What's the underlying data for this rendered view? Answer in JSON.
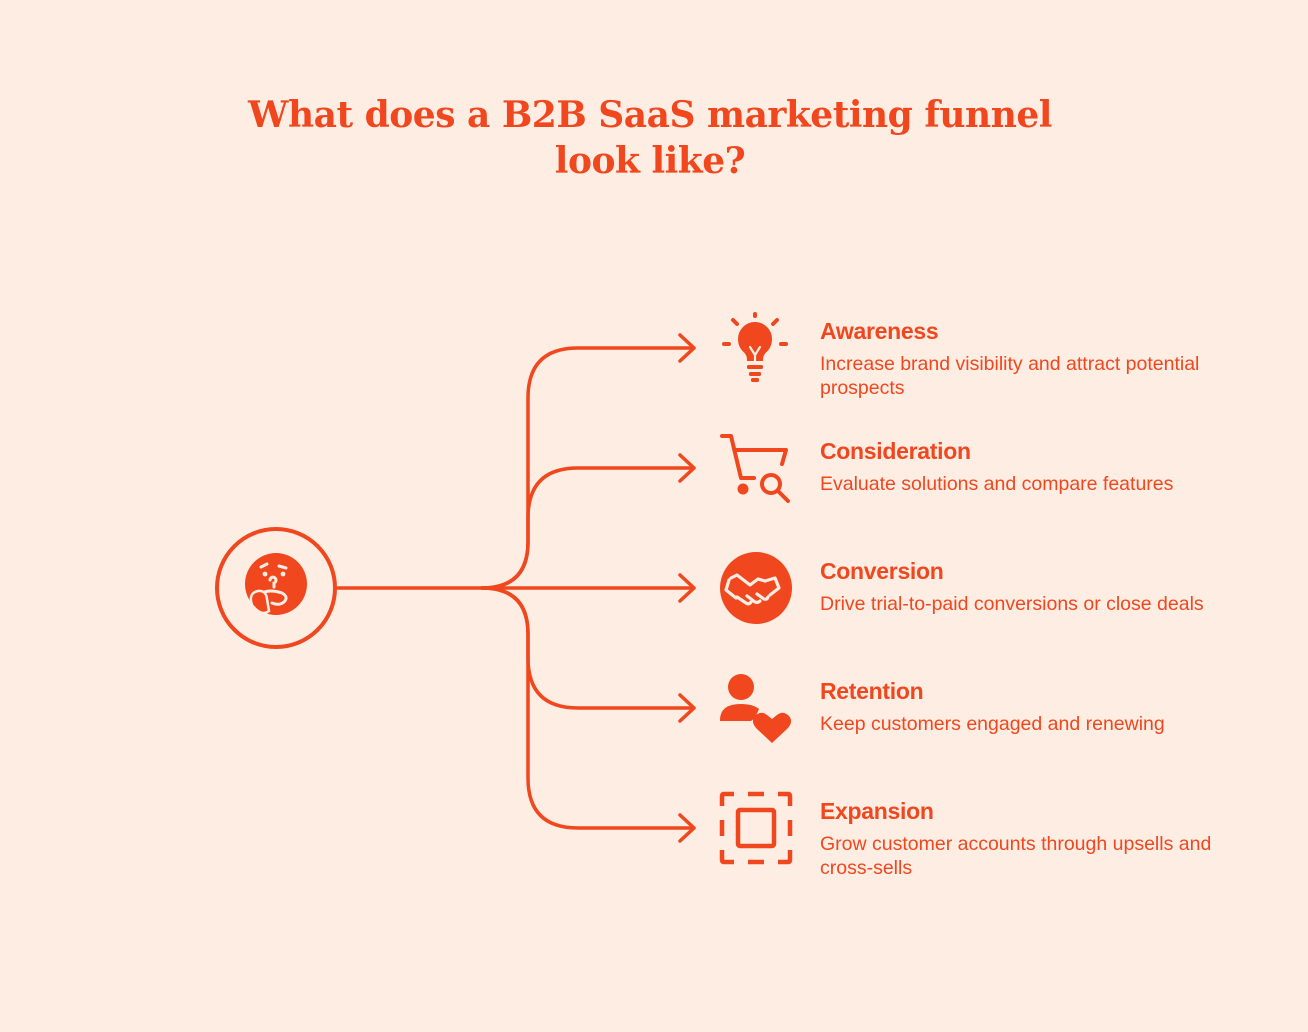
{
  "title": {
    "line1": "What does a B2B SaaS marketing funnel",
    "line2": "look like?"
  },
  "colors": {
    "background": "#FDEDE3",
    "accent": "#F0471E"
  },
  "center_icon": "thinking-face-icon",
  "stages": [
    {
      "title": "Awareness",
      "description": "Increase brand visibility and attract potential prospects",
      "icon": "lightbulb-icon"
    },
    {
      "title": "Consideration",
      "description": "Evaluate solutions and compare features",
      "icon": "cart-search-icon"
    },
    {
      "title": "Conversion",
      "description": "Drive trial-to-paid conversions or close deals",
      "icon": "handshake-icon"
    },
    {
      "title": "Retention",
      "description": "Keep customers engaged and renewing",
      "icon": "user-heart-icon"
    },
    {
      "title": "Expansion",
      "description": "Grow customer accounts through upsells and cross-sells",
      "icon": "expand-square-icon"
    }
  ]
}
